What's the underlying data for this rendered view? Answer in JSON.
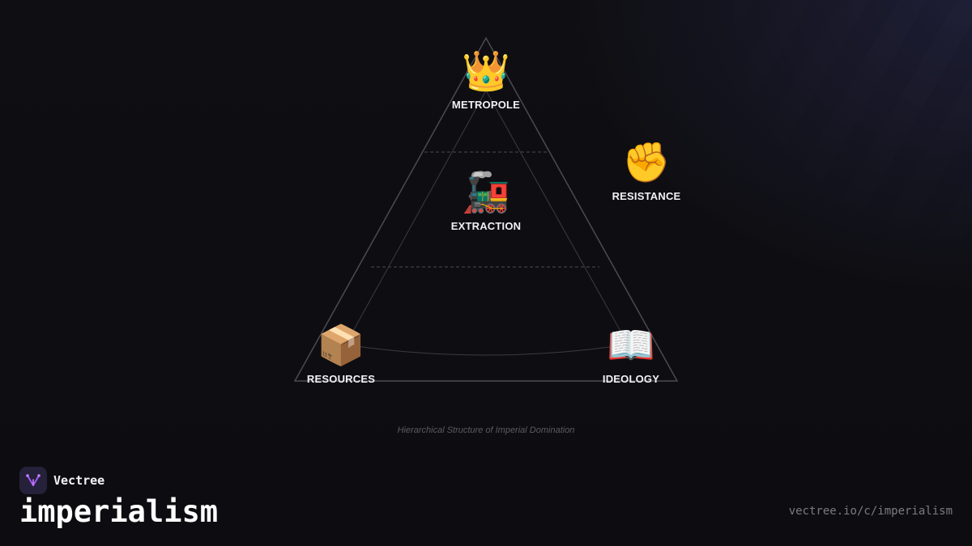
{
  "diagram": {
    "caption": "Hierarchical Structure of Imperial Domination",
    "nodes": {
      "metropole": {
        "label": "METROPOLE",
        "icon": "crown-icon",
        "emoji": "👑"
      },
      "extraction": {
        "label": "EXTRACTION",
        "icon": "locomotive-icon",
        "emoji": "🚂"
      },
      "resistance": {
        "label": "RESISTANCE",
        "icon": "raised-fist-icon",
        "emoji": "✊"
      },
      "resources": {
        "label": "RESOURCES",
        "icon": "package-icon",
        "emoji": "📦"
      },
      "ideology": {
        "label": "IDEOLOGY",
        "icon": "open-book-icon",
        "emoji": "📖"
      }
    }
  },
  "footer": {
    "brand_name": "Vectree",
    "brand_icon": "vectree-logo-icon",
    "topic": "imperialism",
    "url": "vectree.io/c/imperialism"
  },
  "colors": {
    "background": "#0e0e12",
    "line": "#4a4a52",
    "brand_accent": "#a855f7"
  }
}
